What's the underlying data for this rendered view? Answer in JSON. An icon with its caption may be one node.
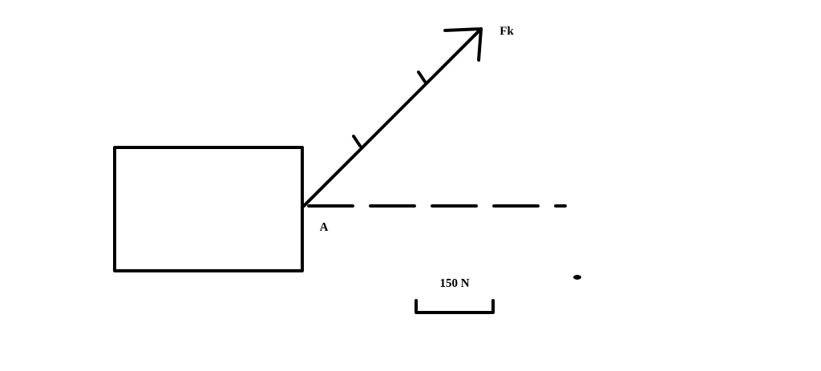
{
  "diagram": {
    "nodes": [
      {
        "text": [],
        "shape": "box"
      }
    ],
    "labels": [
      "Fk",
      "A",
      "150 N"
    ]
  }
}
